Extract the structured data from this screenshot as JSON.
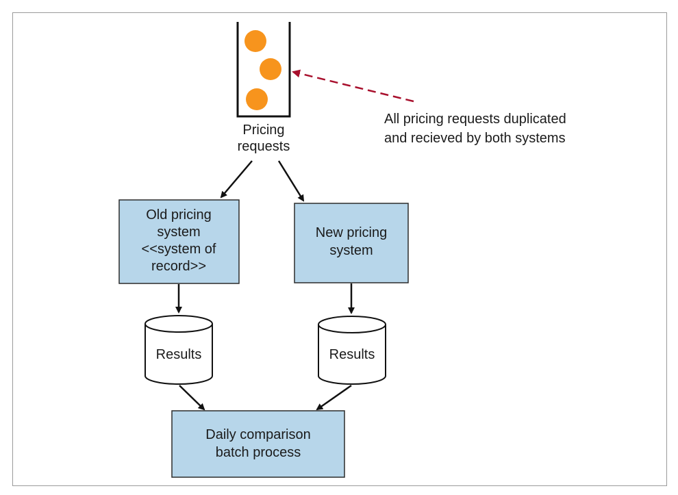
{
  "queue": {
    "label_line1": "Pricing",
    "label_line2": "requests"
  },
  "annotation": {
    "line1": "All pricing requests duplicated",
    "line2": "and recieved by both systems"
  },
  "old_system": {
    "line1": "Old pricing",
    "line2": "system",
    "line3": "<<system of",
    "line4": "record>>"
  },
  "new_system": {
    "line1": "New pricing",
    "line2": "system"
  },
  "results_left": {
    "label": "Results"
  },
  "results_right": {
    "label": "Results"
  },
  "batch": {
    "line1": "Daily comparison",
    "line2": "batch process"
  },
  "colors": {
    "box_fill": "#b7d6ea",
    "box_stroke": "#2b2b2b",
    "dot_fill": "#f7941d",
    "annotation_arrow": "#a8102d"
  },
  "icons": {
    "request_token": "orange-circle",
    "datastore": "cylinder"
  }
}
